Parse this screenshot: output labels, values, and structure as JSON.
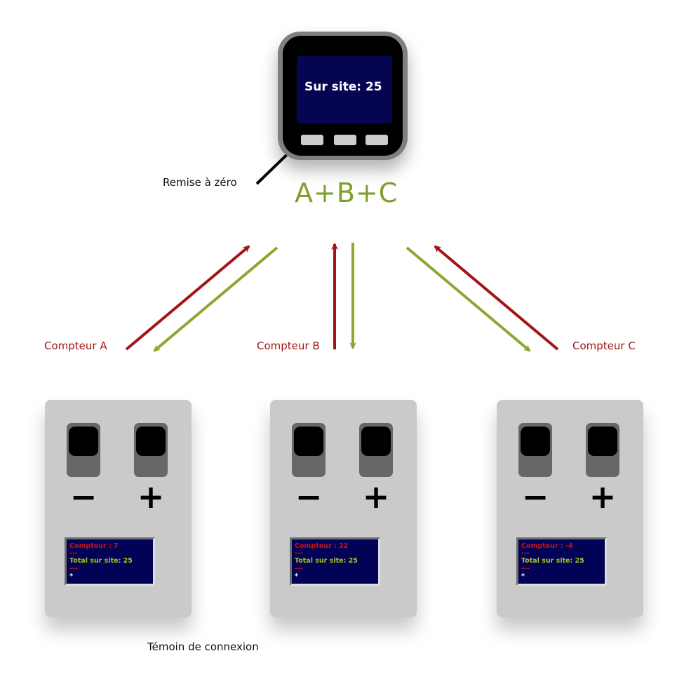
{
  "main_display": {
    "screen_text": "Sur site: 25",
    "buttons": 3
  },
  "sum_label": "A+B+C",
  "reset_label": "Remise à zéro",
  "connection_label": "Témoin de connexion",
  "counters": [
    {
      "name": "Compteur A",
      "minus": "−",
      "plus": "+",
      "lcd": {
        "count": "Compteur : 7",
        "sep1": "---",
        "total": "Total sur site: 25",
        "sep2": "---",
        "indicator": "*"
      }
    },
    {
      "name": "Compteur B",
      "minus": "−",
      "plus": "+",
      "lcd": {
        "count": "Compteur : 22",
        "sep1": "---",
        "total": "Total sur site: 25",
        "sep2": "---",
        "indicator": "*"
      }
    },
    {
      "name": "Compteur C",
      "minus": "−",
      "plus": "+",
      "lcd": {
        "count": "Compteur : -4",
        "sep1": "---",
        "total": "Total sur site: 25",
        "sep2": "---",
        "indicator": "*"
      }
    }
  ],
  "colors": {
    "upstream_arrow": "#a31515",
    "downstream_arrow": "#8aa82e",
    "annotation_arrow_dark": "#000000",
    "annotation_arrow_light": "#ffffff",
    "lcd_background": "#020256"
  }
}
